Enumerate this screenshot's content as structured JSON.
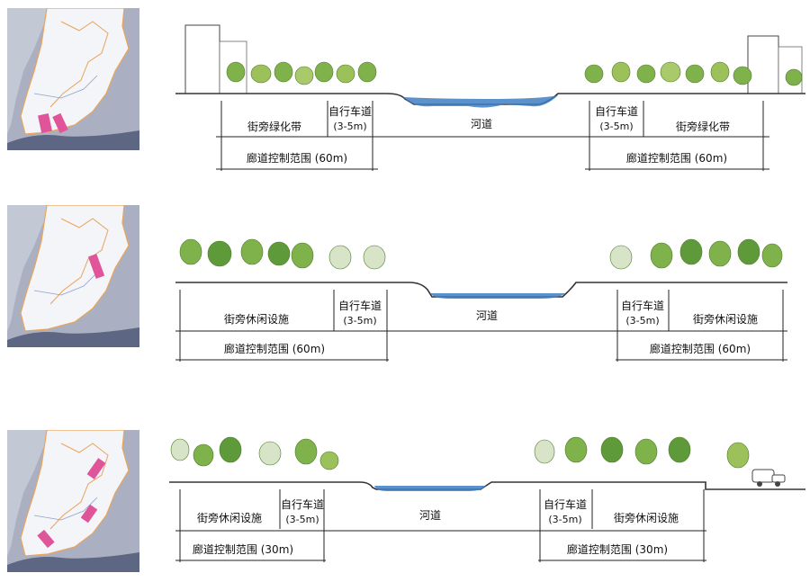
{
  "colors": {
    "map_bg": "#aab0c2",
    "land": "#f4f5f8",
    "boundary": "#e9a45a",
    "highlight": "#e0559a",
    "water": "#3f7fc2",
    "tree_green": "#7fb24a",
    "ground": "#333333"
  },
  "sections": [
    {
      "labels": {
        "left_zone": "街旁绿化带",
        "left_bike": "自行车道",
        "left_bike_width": "(3-5m)",
        "river": "河道",
        "right_bike": "自行车道",
        "right_bike_width": "(3-5m)",
        "right_zone": "街旁绿化带",
        "left_range": "廊道控制范围 (60m)",
        "right_range": "廊道控制范围 (60m)"
      }
    },
    {
      "labels": {
        "left_zone": "街旁休闲设施",
        "left_bike": "自行车道",
        "left_bike_width": "(3-5m)",
        "river": "河道",
        "right_bike": "自行车道",
        "right_bike_width": "(3-5m)",
        "right_zone": "街旁休闲设施",
        "left_range": "廊道控制范围 (60m)",
        "right_range": "廊道控制范围 (60m)"
      }
    },
    {
      "labels": {
        "left_zone": "街旁休闲设施",
        "left_bike": "自行车道",
        "left_bike_width": "(3-5m)",
        "river": "河道",
        "right_bike": "自行车道",
        "right_bike_width": "(3-5m)",
        "right_zone": "街旁休闲设施",
        "left_range": "廊道控制范围 (30m)",
        "right_range": "廊道控制范围 (30m)"
      }
    }
  ]
}
